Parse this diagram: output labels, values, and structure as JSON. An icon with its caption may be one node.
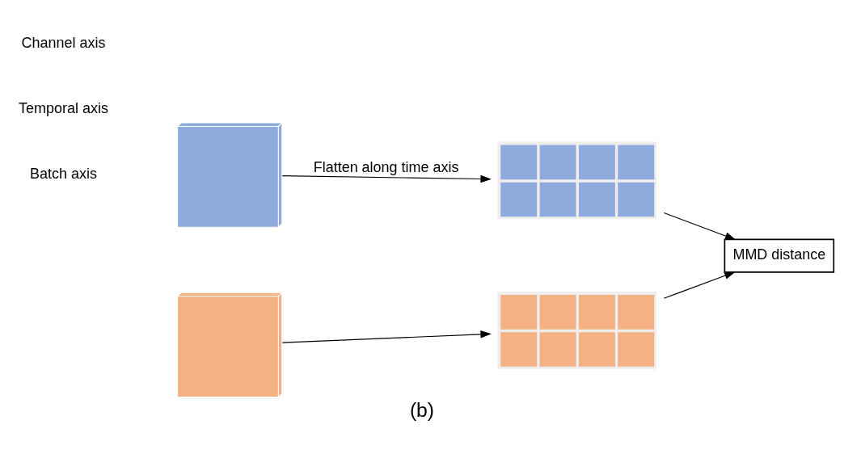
{
  "diagram": {
    "caption": "(b)",
    "nodes": [
      {
        "text": [],
        "shape": "cube"
      },
      {
        "text": [],
        "shape": "grid"
      },
      {
        "text": [
          "MMD distance"
        ]
      },
      {
        "text": [],
        "shape": "cube"
      },
      {
        "text": [],
        "shape": "grid"
      }
    ],
    "edges": [
      {
        "from": 0,
        "to": 1,
        "arrow": "to",
        "label": "Flatten along time axis"
      },
      {
        "from": 1,
        "to": 2,
        "arrow": "to"
      },
      {
        "from": 3,
        "to": 4,
        "arrow": "to"
      },
      {
        "from": 4,
        "to": 2,
        "arrow": "to"
      }
    ],
    "labels": [
      "Temporal axis",
      "Channel axis",
      "Batch axis"
    ]
  }
}
